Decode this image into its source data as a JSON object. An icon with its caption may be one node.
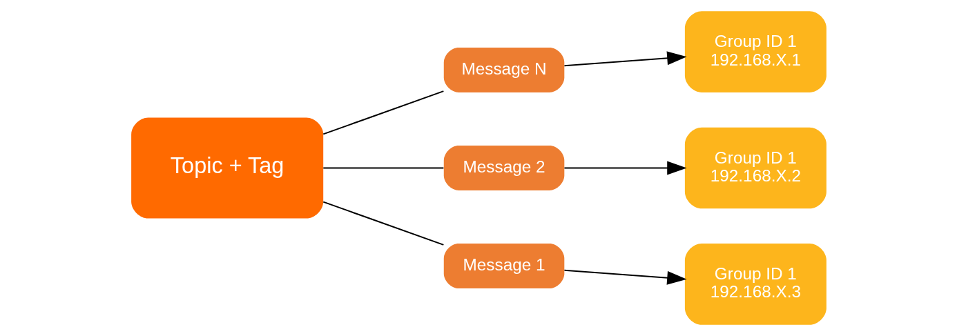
{
  "diagram": {
    "nodes": [
      {
        "text": [
          "Topic + Tag"
        ]
      },
      {
        "text": [
          "Message N"
        ]
      },
      {
        "text": [
          "Message 2"
        ]
      },
      {
        "text": [
          "Message 1"
        ]
      },
      {
        "text": [
          "Group ID 1 192.168.X.1"
        ]
      },
      {
        "text": [
          "Group ID 1 192.168.X.2"
        ]
      },
      {
        "text": [
          "Group ID 1 192.168.X.3"
        ]
      }
    ],
    "edges": [
      {
        "from": 0,
        "to": 1,
        "arrow": "none"
      },
      {
        "from": 1,
        "to": 4,
        "arrow": "to"
      },
      {
        "from": 0,
        "to": 2,
        "arrow": "none"
      },
      {
        "from": 2,
        "to": 5,
        "arrow": "to"
      },
      {
        "from": 0,
        "to": 3,
        "arrow": "none"
      },
      {
        "from": 3,
        "to": 6,
        "arrow": "to"
      }
    ]
  }
}
